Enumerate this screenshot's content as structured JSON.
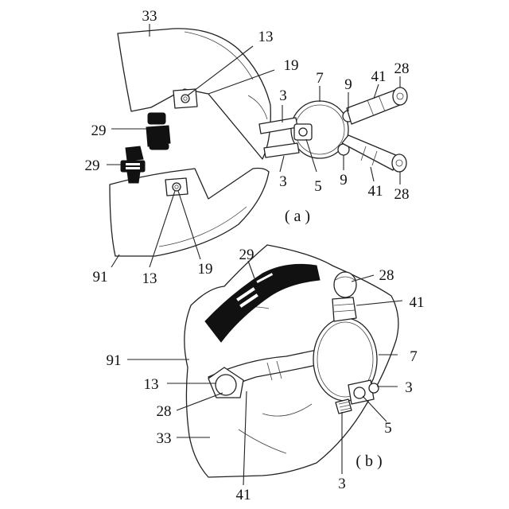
{
  "figure_a": {
    "caption": "( a )",
    "labels": {
      "l33": "33",
      "l13": "13",
      "l19": "19",
      "l7": "7",
      "l9_top": "9",
      "l41_top": "41",
      "l28_top": "28",
      "l3_top": "3",
      "l29_upper": "29",
      "l29_lower": "29",
      "l3_bottom": "3",
      "l5": "5",
      "l9_bottom": "9",
      "l41_bottom": "41",
      "l28_bottom": "28",
      "l91": "91",
      "l13_bottom": "13",
      "l19_bottom": "19"
    }
  },
  "figure_b": {
    "caption": "( b )",
    "labels": {
      "l29": "29",
      "l28_top": "28",
      "l41_right": "41",
      "l91": "91",
      "l7": "7",
      "l13": "13",
      "l3_right": "3",
      "l28_left": "28",
      "l5": "5",
      "l33": "33",
      "l3_bottom": "3",
      "l41_bottom": "41"
    }
  }
}
